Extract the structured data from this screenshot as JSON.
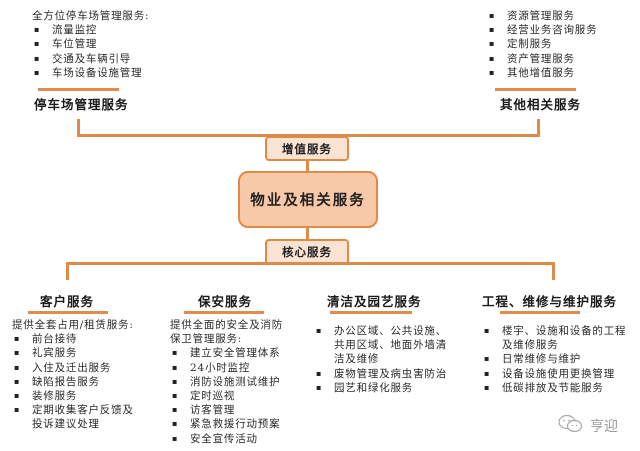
{
  "diagram": {
    "center": {
      "label": "物业及相关服务"
    },
    "value_added": {
      "label": "增值服务",
      "branches": [
        {
          "title": "停车场管理服务",
          "intro": "全方位停车场管理服务:",
          "items": [
            "流量监控",
            "车位管理",
            "交通及车辆引导",
            "车场设备设施管理"
          ]
        },
        {
          "title": "其他相关服务",
          "intro": "",
          "items": [
            "资源管理服务",
            "经营业务咨询服务",
            "定制服务",
            "资产管理服务",
            "其他增值服务"
          ]
        }
      ]
    },
    "core": {
      "label": "核心服务",
      "branches": [
        {
          "title": "客户服务",
          "intro": "提供全套占用/租赁服务:",
          "items": [
            "前台接待",
            "礼宾服务",
            "入住及迁出服务",
            "缺陷报告服务",
            "装修服务",
            "定期收集客户反馈及投诉建议处理"
          ]
        },
        {
          "title": "保安服务",
          "intro": "提供全面的安全及消防保卫管理服务:",
          "items": [
            "建立安全管理体系",
            "24小时监控",
            "消防设施测试维护",
            "定时巡视",
            "访客管理",
            "紧急救援行动预案",
            "安全宣传活动"
          ]
        },
        {
          "title": "清洁及园艺服务",
          "intro": "",
          "items": [
            "办公区域、公共设施、共用区域、地面外墙清洁及维修",
            "废物管理及病虫害防治",
            "园艺和绿化服务"
          ]
        },
        {
          "title": "工程、维修与维护服务",
          "intro": "",
          "items": [
            "楼宇、设施和设备的工程及维修服务",
            "日常维修与维护",
            "设备设施使用更换管理",
            "低碳排放及节能服务"
          ]
        }
      ]
    },
    "colors": {
      "line": "#e08a4a",
      "tag_fill": "#fbe3d3",
      "center_fill": "#f8c9a8"
    },
    "watermark": {
      "icon": "wechat-icon",
      "text": "亨迎"
    }
  }
}
